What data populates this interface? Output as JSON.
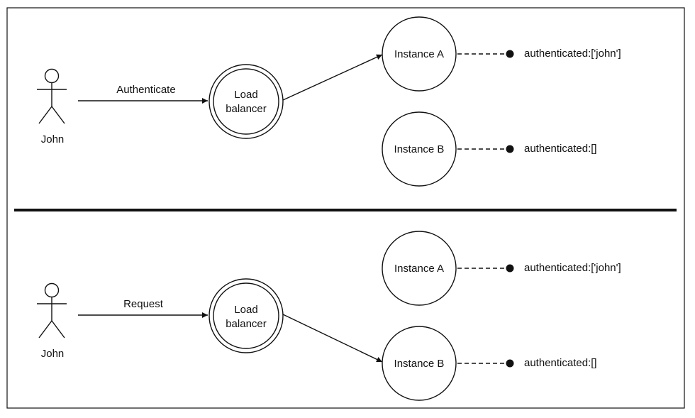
{
  "colors": {
    "stroke": "#111111",
    "background": "#ffffff"
  },
  "panels": [
    {
      "actor": {
        "label": "John",
        "icon": "stick-figure-icon"
      },
      "edge_label": "Authenticate",
      "load_balancer": {
        "line1": "Load",
        "line2": "balancer"
      },
      "routed_to": "instance-a",
      "instances": [
        {
          "label": "Instance A",
          "state": "authenticated:['john']"
        },
        {
          "label": "Instance B",
          "state": "authenticated:[]"
        }
      ]
    },
    {
      "actor": {
        "label": "John",
        "icon": "stick-figure-icon"
      },
      "edge_label": "Request",
      "load_balancer": {
        "line1": "Load",
        "line2": "balancer"
      },
      "routed_to": "instance-b",
      "instances": [
        {
          "label": "Instance A",
          "state": "authenticated:['john']"
        },
        {
          "label": "Instance B",
          "state": "authenticated:[]"
        }
      ]
    }
  ]
}
